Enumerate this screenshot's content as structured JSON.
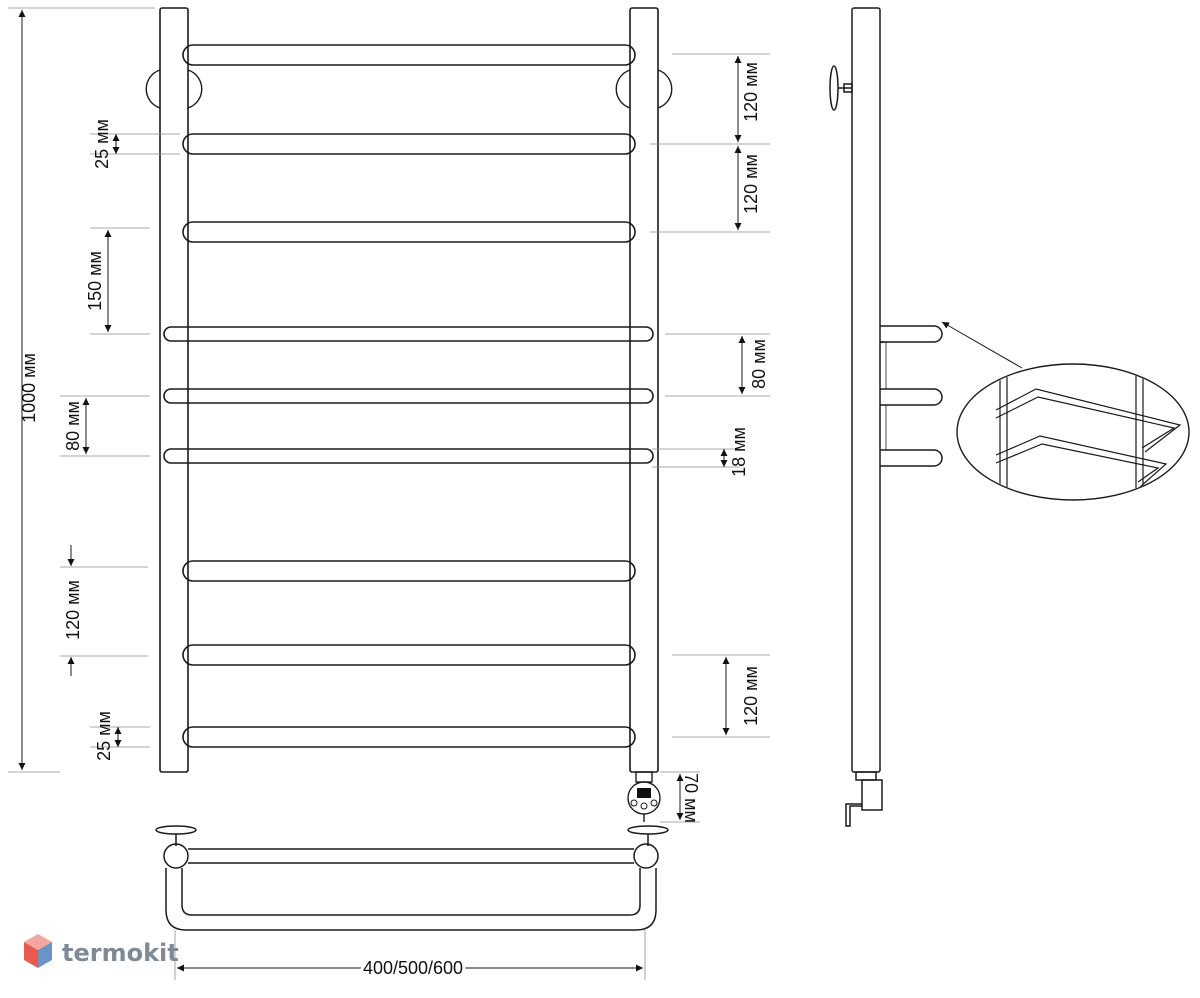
{
  "dimensions": {
    "total_height": "1000 мм",
    "rail_pitch_top_1": "120 мм",
    "rail_pitch_top_2": "120 мм",
    "rail_pitch_bottom": "120 мм",
    "rail_pitch_left_lower": "120 мм",
    "upper_gap": "150 мм",
    "mid_pitch_left": "80 мм",
    "mid_pitch_right": "80 мм",
    "tube_diameter": "18 мм",
    "collector_diameter_top": "25 мм",
    "collector_diameter_bottom": "25 мм",
    "heater_height": "70 мм",
    "width": "400/500/600"
  },
  "logo": {
    "text": "termokit"
  },
  "colors": {
    "line": "#1a1a1a",
    "extension": "#8c8c8c",
    "logo_text": "#7f8a96",
    "logo_red": "#e85a4f",
    "logo_blue": "#3b6fb6"
  }
}
